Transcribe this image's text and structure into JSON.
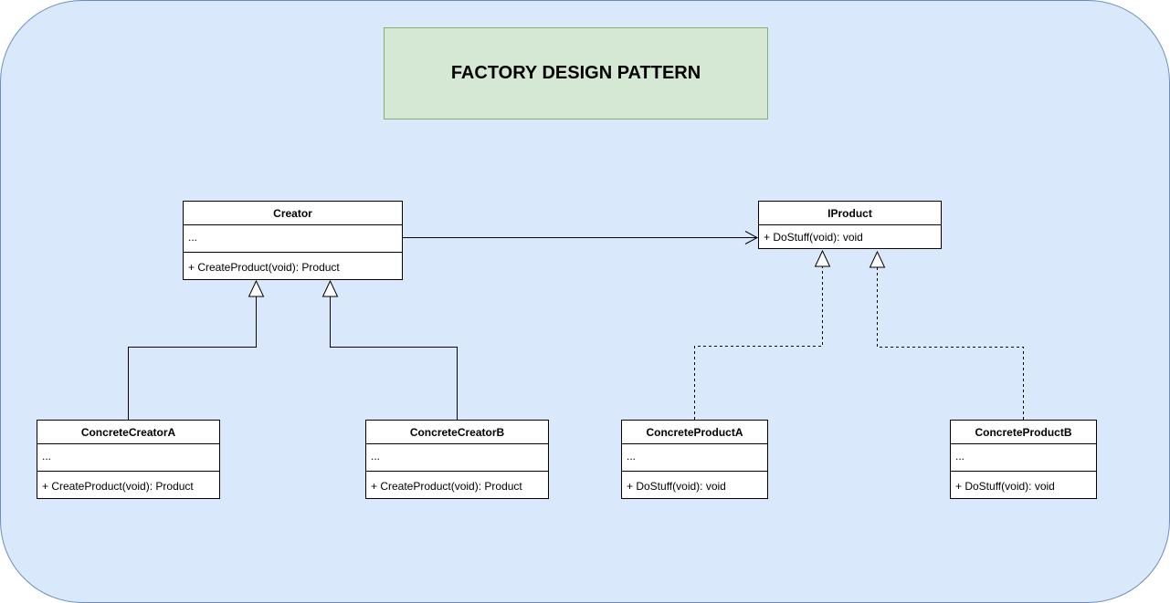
{
  "title": "FACTORY DESIGN PATTERN",
  "colors": {
    "background": "#dae8fc",
    "background_border": "#6c8ebf",
    "title_fill": "#d5e8d4",
    "title_border": "#82b366",
    "class_fill": "#ffffff",
    "line": "#000000"
  },
  "classes": {
    "creator": {
      "name": "Creator",
      "attributes": "...",
      "operations": "+ CreateProduct(void): Product"
    },
    "iproduct": {
      "name": "IProduct",
      "operations": "+ DoStuff(void): void"
    },
    "concrete_creator_a": {
      "name": "ConcreteCreatorA",
      "attributes": "...",
      "operations": "+ CreateProduct(void): Product"
    },
    "concrete_creator_b": {
      "name": "ConcreteCreatorB",
      "attributes": "...",
      "operations": "+ CreateProduct(void): Product"
    },
    "concrete_product_a": {
      "name": "ConcreteProductA",
      "attributes": "...",
      "operations": "+ DoStuff(void): void"
    },
    "concrete_product_b": {
      "name": "ConcreteProductB",
      "attributes": "...",
      "operations": "+ DoStuff(void): void"
    }
  },
  "relations": [
    {
      "from": "creator",
      "to": "iproduct",
      "type": "association"
    },
    {
      "from": "concrete_creator_a",
      "to": "creator",
      "type": "generalization"
    },
    {
      "from": "concrete_creator_b",
      "to": "creator",
      "type": "generalization"
    },
    {
      "from": "concrete_product_a",
      "to": "iproduct",
      "type": "realization"
    },
    {
      "from": "concrete_product_b",
      "to": "iproduct",
      "type": "realization"
    }
  ]
}
